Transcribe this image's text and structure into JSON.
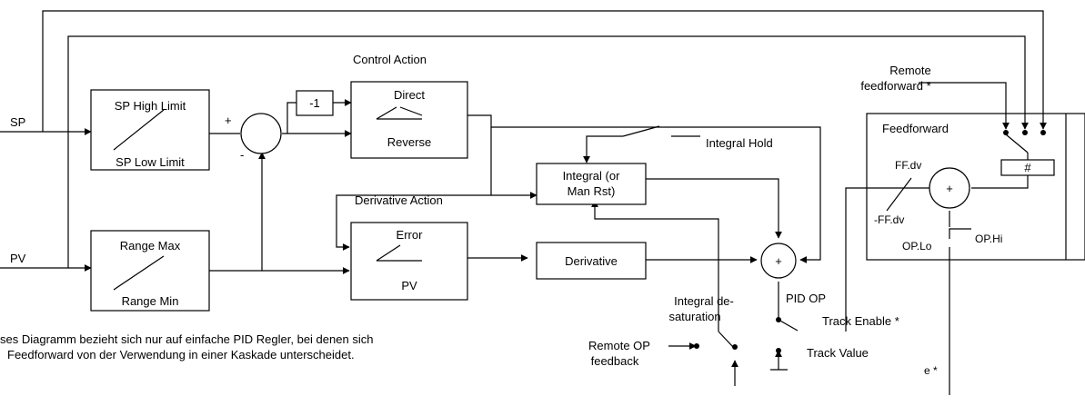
{
  "inputs": {
    "sp": "SP",
    "pv": "PV"
  },
  "sp_limit": {
    "high": "SP High Limit",
    "low": "SP Low Limit"
  },
  "range": {
    "max": "Range Max",
    "min": "Range Min"
  },
  "sum_error": {
    "plus": "+",
    "minus": "-"
  },
  "invert_box": "-1",
  "control_action": {
    "title": "Control Action",
    "direct": "Direct",
    "reverse": "Reverse"
  },
  "derivative_action": {
    "title": "Derivative Action",
    "error": "Error",
    "pv": "PV"
  },
  "integral": {
    "line1": "Integral (or",
    "line2": "Man Rst)",
    "hold": "Integral Hold"
  },
  "derivative": "Derivative",
  "pid_sum": "+",
  "pid_op": "PID OP",
  "integral_desat": {
    "line1": "Integral de-",
    "line2": "saturation"
  },
  "remote_op": {
    "line1": "Remote OP",
    "line2": "feedback"
  },
  "track": {
    "enable": "Track Enable *",
    "value": "Track Value"
  },
  "remote_ff": {
    "line1": "Remote",
    "line2": "feedforward *"
  },
  "feedforward": {
    "title": "Feedforward",
    "hash": "#",
    "ff_dv": "FF.dv",
    "neg_ff_dv": "-FF.dv",
    "sum": "+",
    "op_hi": "OP.Hi",
    "op_lo": "OP.Lo"
  },
  "partial_label": "e *",
  "note": {
    "line1": "ses Diagramm bezieht sich nur auf einfache PID Regler, bei denen sich",
    "line2": "Feedforward von der Verwendung in einer Kaskade unterscheidet."
  }
}
